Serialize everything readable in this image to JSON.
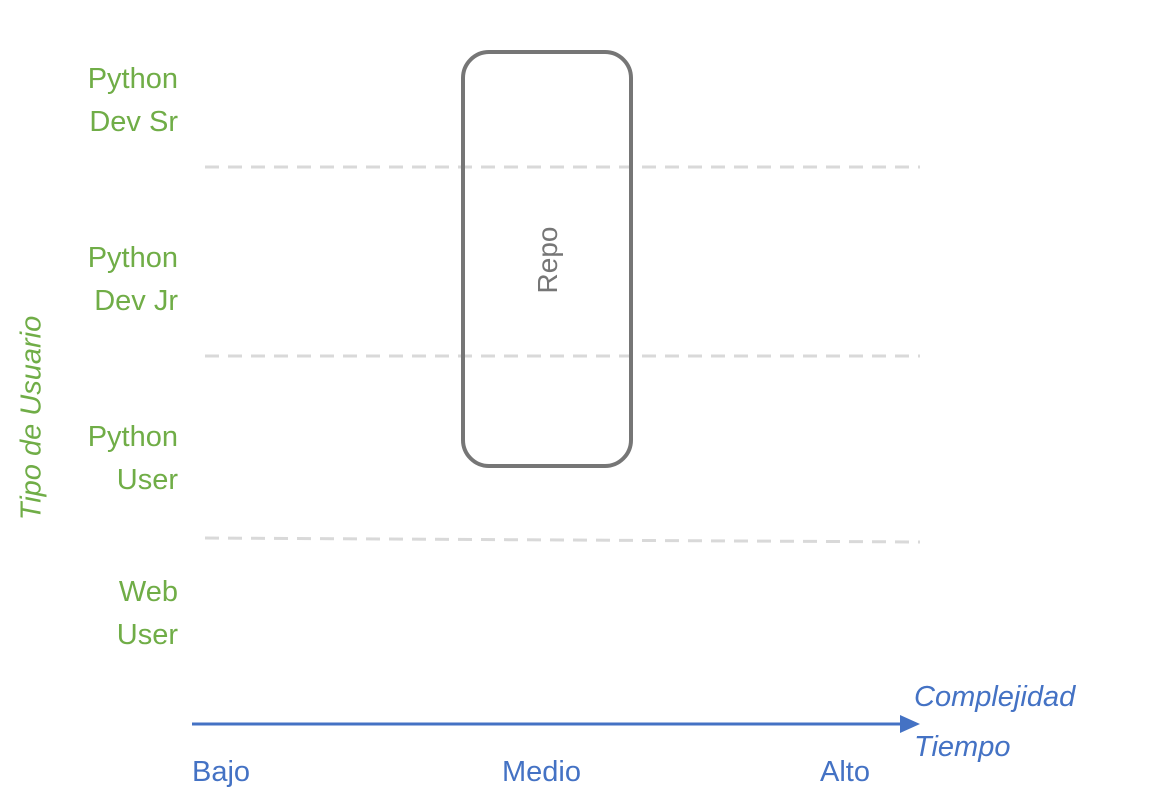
{
  "y_axis": {
    "title": "Tipo de Usuario",
    "rows": [
      {
        "line1": "Python",
        "line2": "Dev Sr"
      },
      {
        "line1": "Python",
        "line2": "Dev Jr"
      },
      {
        "line1": "Python",
        "line2": "User"
      },
      {
        "line1": "Web",
        "line2": "User"
      }
    ]
  },
  "x_axis": {
    "title_line1": "Complejidad",
    "title_line2": "Tiempo",
    "ticks": [
      "Bajo",
      "Medio",
      "Alto"
    ]
  },
  "box": {
    "label": "Repo"
  },
  "colors": {
    "y_axis": "#70ad47",
    "x_axis": "#4472c4",
    "box_border": "#767676",
    "separator": "#d9d9d9"
  }
}
